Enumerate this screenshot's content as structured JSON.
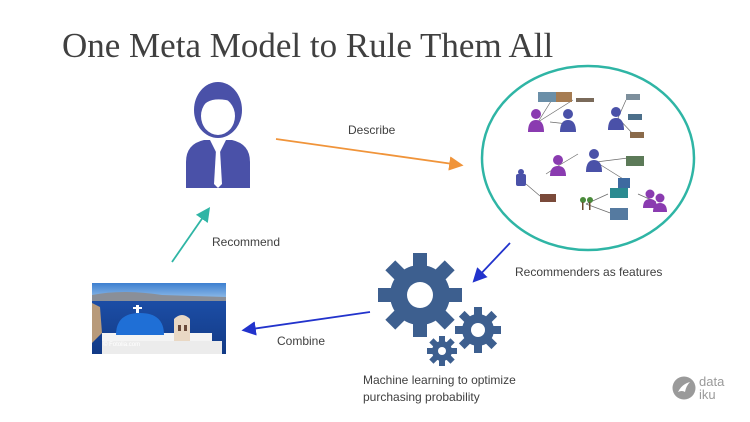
{
  "slide": {
    "title": "One Meta Model to Rule Them All"
  },
  "diagram": {
    "describe_label": "Describe",
    "recommend_label": "Recommend",
    "recommenders_label": "Recommenders as features",
    "combine_label": "Combine",
    "ml_label_line1": "Machine learning to optimize",
    "ml_label_line2": "purchasing probability"
  },
  "photo": {
    "credit": "© Fotolia.com"
  },
  "logo": {
    "line1": "data",
    "line2": "iku"
  },
  "colors": {
    "person": "#4a51a8",
    "gears": "#3d5f8f",
    "circle": "#2fb5a5",
    "arrow_describe": "#f0943a",
    "arrow_recommend": "#2fb5a5",
    "arrow_blue": "#2233cc",
    "purple_person": "#8a3bb0"
  }
}
